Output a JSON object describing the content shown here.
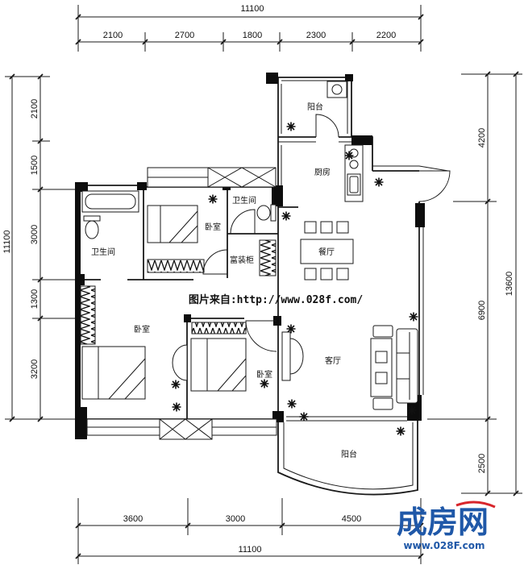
{
  "dimensions": {
    "top": {
      "total": "11100",
      "segments": [
        "2100",
        "2700",
        "1800",
        "2300",
        "2200"
      ]
    },
    "left": {
      "total": "11100",
      "segments": [
        "2100",
        "1500",
        "3000",
        "1300",
        "3200"
      ]
    },
    "right": {
      "total": "13600",
      "segments": [
        "4200",
        "6900",
        "2500"
      ]
    },
    "bottom": {
      "total": "11100",
      "segments": [
        "3600",
        "3000",
        "4500"
      ]
    }
  },
  "rooms": {
    "balcony_top": "阳台",
    "kitchen": "厨房",
    "bathroom_small": "卫生间",
    "bedroom_upper": "卧室",
    "bathroom_left": "卫生间",
    "dining": "餐厅",
    "closet": "富装柜",
    "bedroom_master": "卧室",
    "living": "客厅",
    "bedroom_second": "卧室",
    "balcony_bottom": "阳台"
  },
  "watermark": {
    "source_text": "图片来自:http://www.028f.com/"
  },
  "logo": {
    "name": "成房网",
    "url": "www.028F.com"
  },
  "colors": {
    "line": "#1a1a1a",
    "logo_blue": "#1f58a8",
    "logo_accent": "#d8262b",
    "background": "#ffffff"
  }
}
